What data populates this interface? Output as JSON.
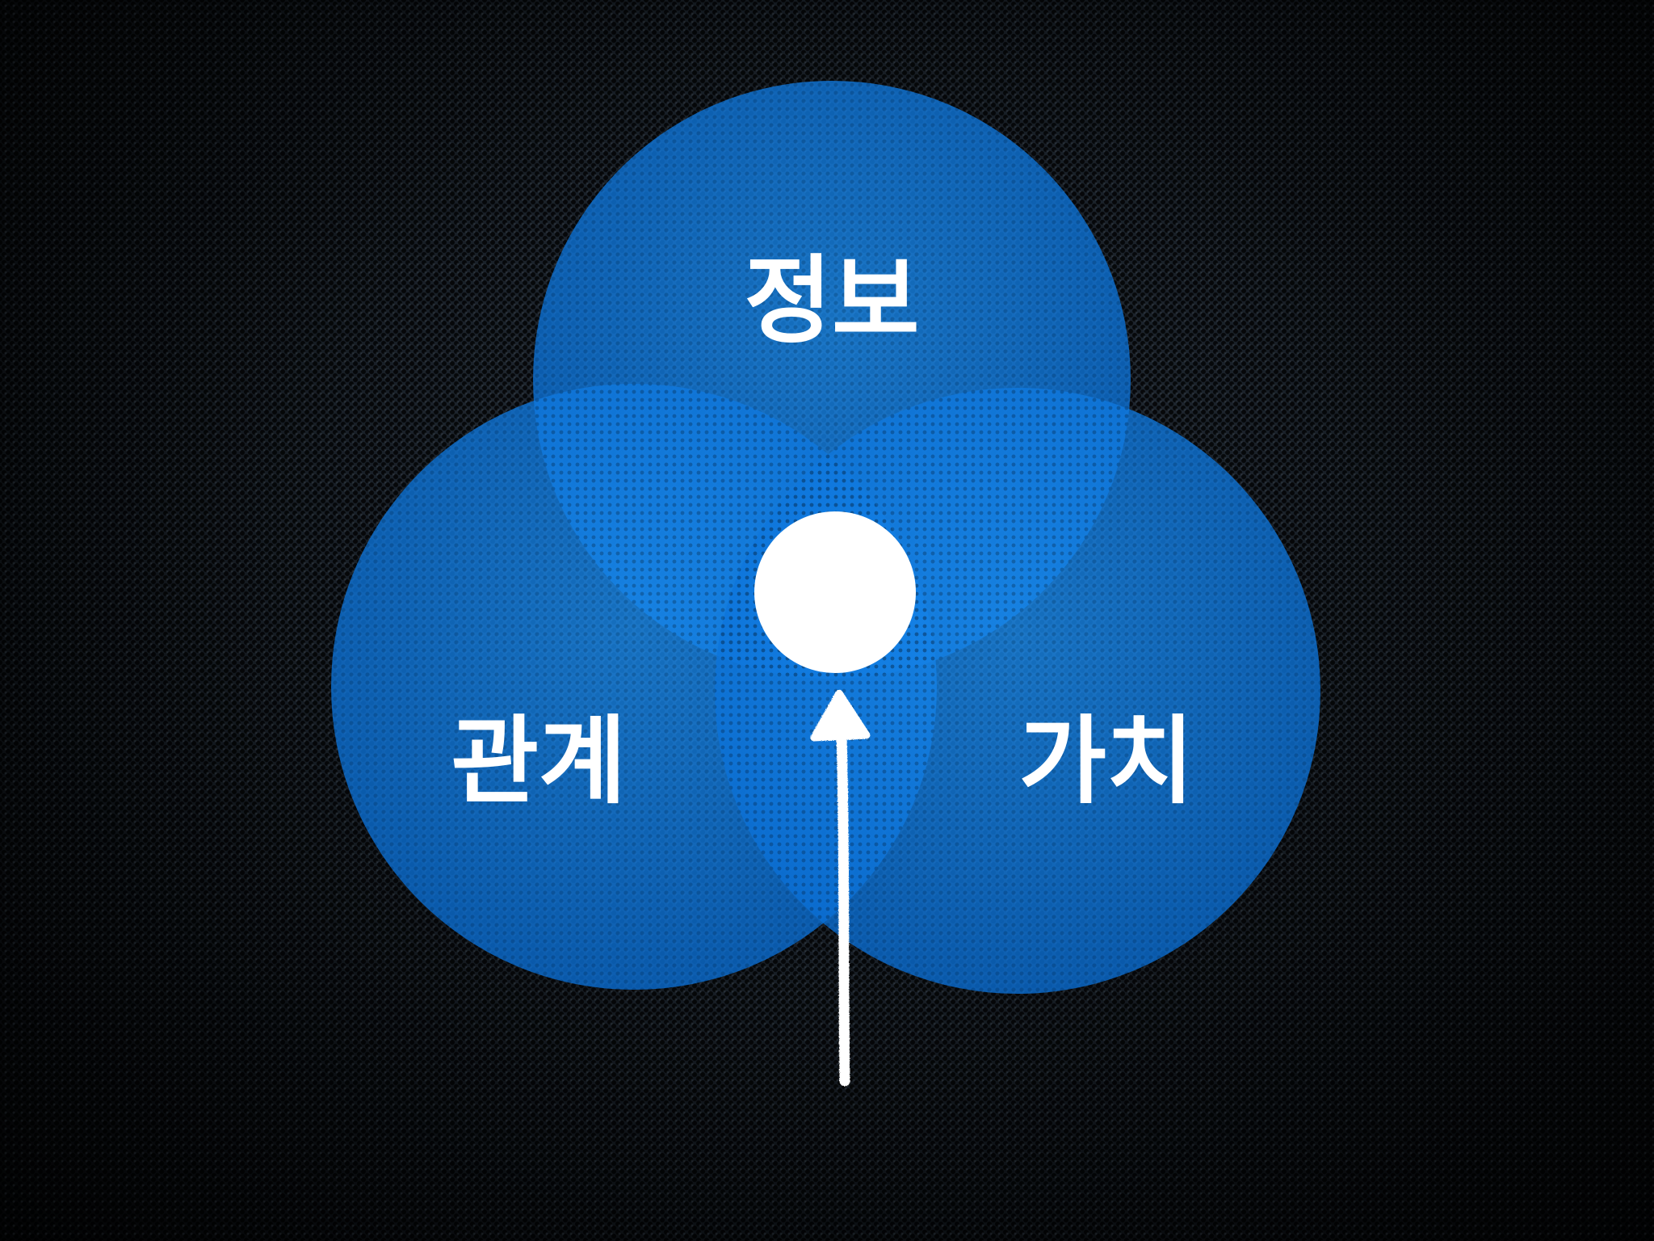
{
  "diagram": {
    "type": "venn",
    "circles": [
      {
        "id": "top",
        "label": "정보"
      },
      {
        "id": "left",
        "label": "관계"
      },
      {
        "id": "right",
        "label": "가치"
      }
    ],
    "center_marker": "filled-white-circle",
    "arrow": {
      "direction": "up",
      "target": "center",
      "style": "chalk"
    },
    "colors": {
      "circle_fill": "#0a7fe6",
      "background": "#11161b",
      "label": "#ffffff",
      "center": "#ffffff",
      "arrow": "#ffffff"
    }
  }
}
